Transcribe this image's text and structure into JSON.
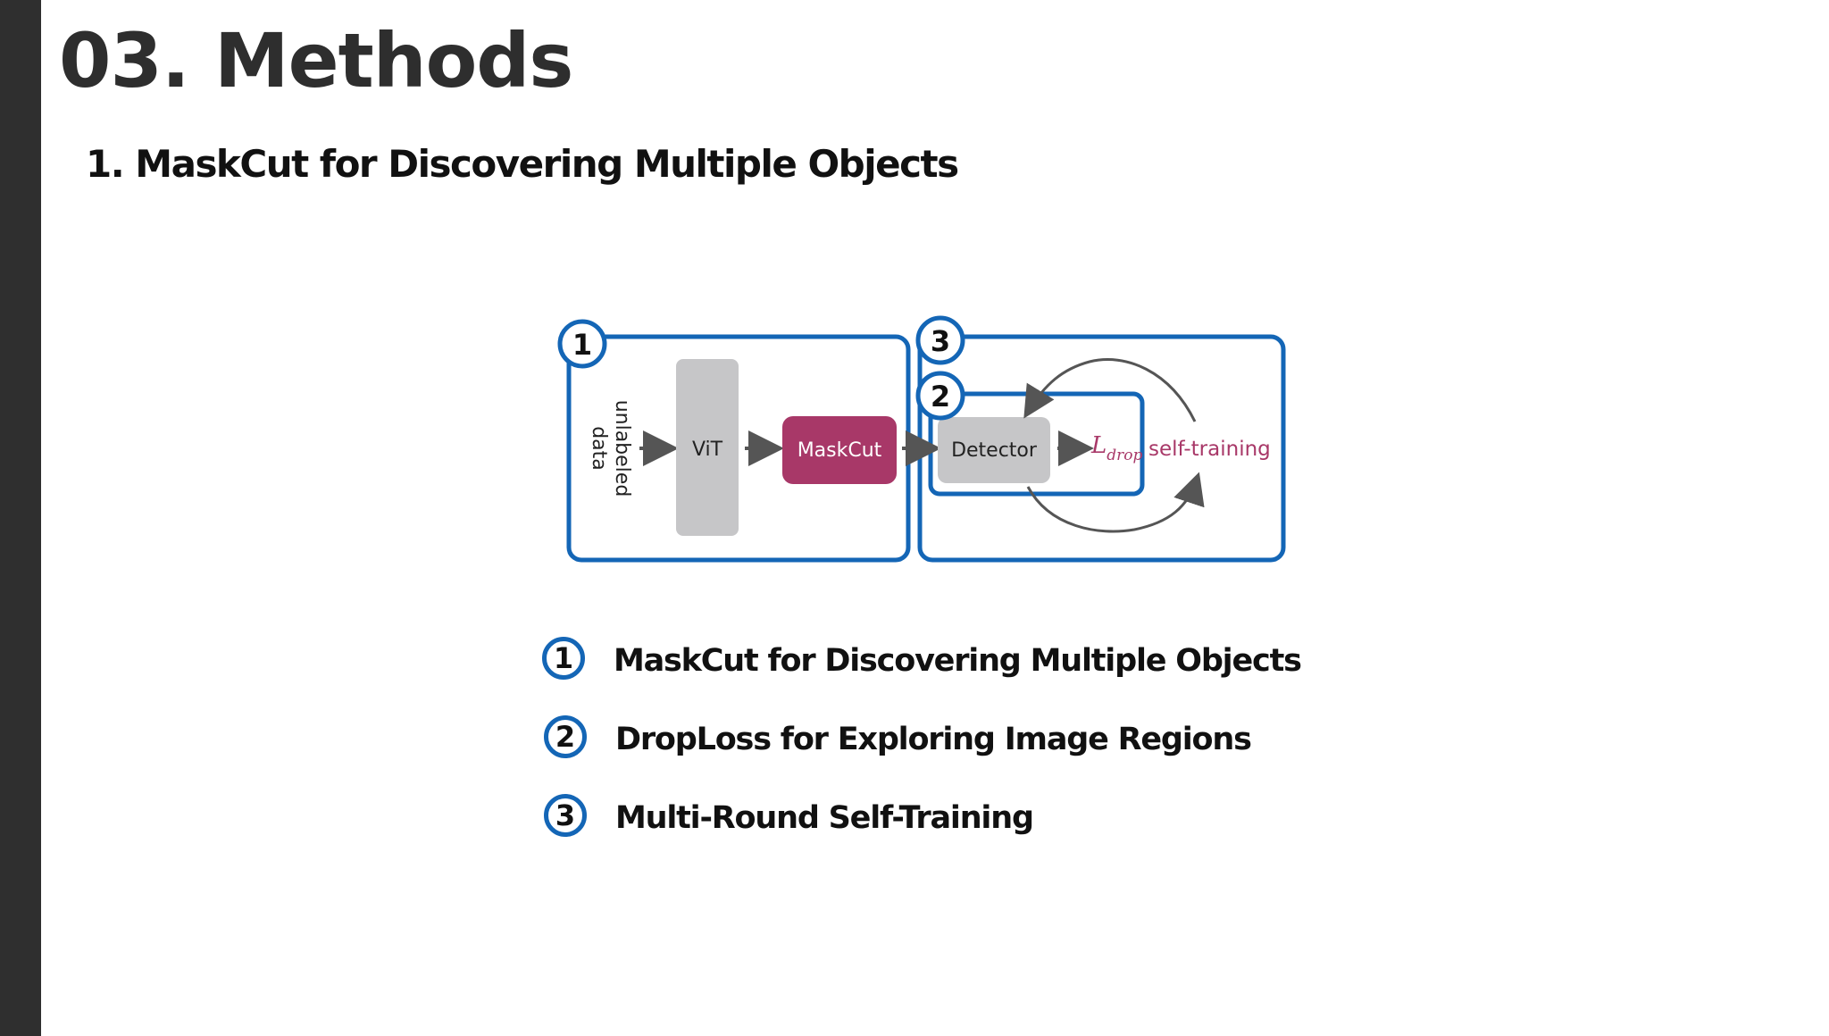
{
  "slide": {
    "title": "03. Methods",
    "subtitle": "1. MaskCut for Discovering Multiple Objects"
  },
  "diagram": {
    "input_label_line1": "unlabeled",
    "input_label_line2": "data",
    "vit": "ViT",
    "maskcut": "MaskCut",
    "detector": "Detector",
    "loss_symbol": "L",
    "loss_subscript": "drop",
    "self_training": "self-training",
    "badges": [
      "1",
      "2",
      "3"
    ],
    "colors": {
      "frame": "#1466b6",
      "maskcut": "#a83868",
      "gray_block": "#c6c6c8",
      "arrow": "#555555"
    }
  },
  "legend": {
    "items": [
      {
        "num": "1",
        "text": "MaskCut for Discovering Multiple Objects"
      },
      {
        "num": "2",
        "text": "DropLoss for Exploring Image Regions"
      },
      {
        "num": "3",
        "text": "Multi-Round Self-Training"
      }
    ]
  }
}
